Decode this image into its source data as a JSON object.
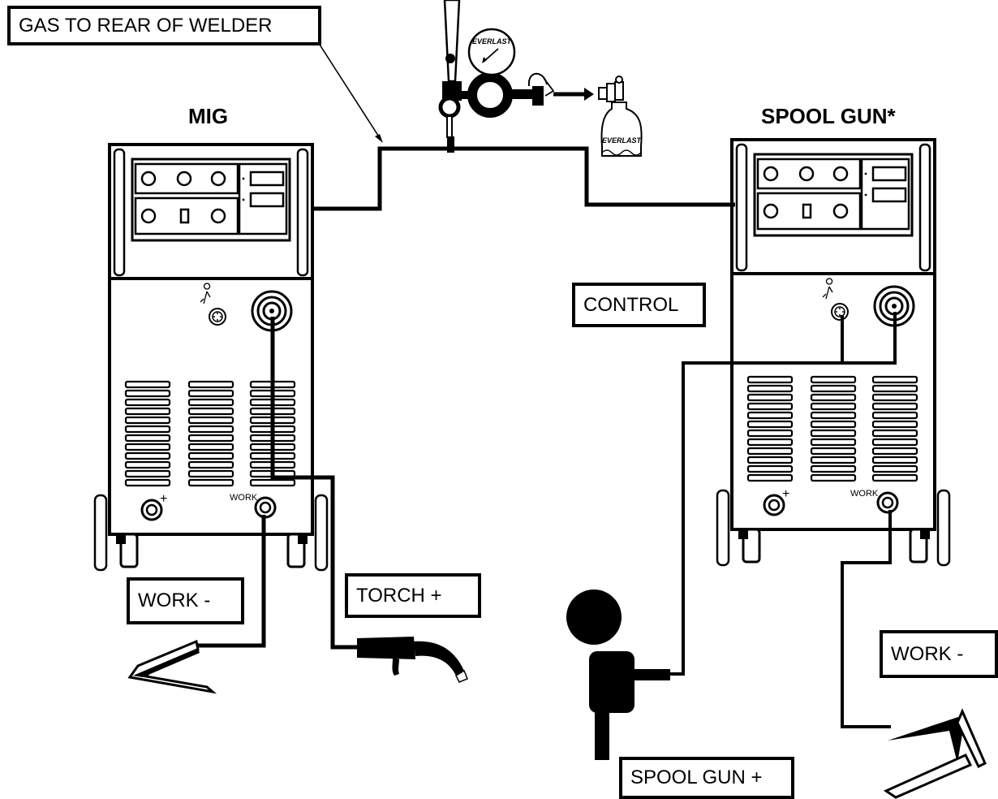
{
  "labels": {
    "gas_to_rear": "GAS TO REAR OF WELDER",
    "mig_heading": "MIG",
    "spool_gun_heading": "SPOOL GUN*",
    "control": "CONTROL",
    "work_minus_left": "WORK -",
    "torch_plus": "TORCH +",
    "work_minus_right": "WORK -",
    "spool_gun_plus": "SPOOL GUN +"
  },
  "machine_markings": {
    "work": "WORK",
    "plus": "+"
  },
  "brand": {
    "gauge_logo": "EVERLAST",
    "cylinder_logo": "EVERLAST"
  },
  "icons": [
    "torch-icon",
    "spool-gun-icon",
    "work-clamp-icon",
    "gas-cylinder-icon",
    "regulator-icon",
    "flow-gauge-icon"
  ]
}
